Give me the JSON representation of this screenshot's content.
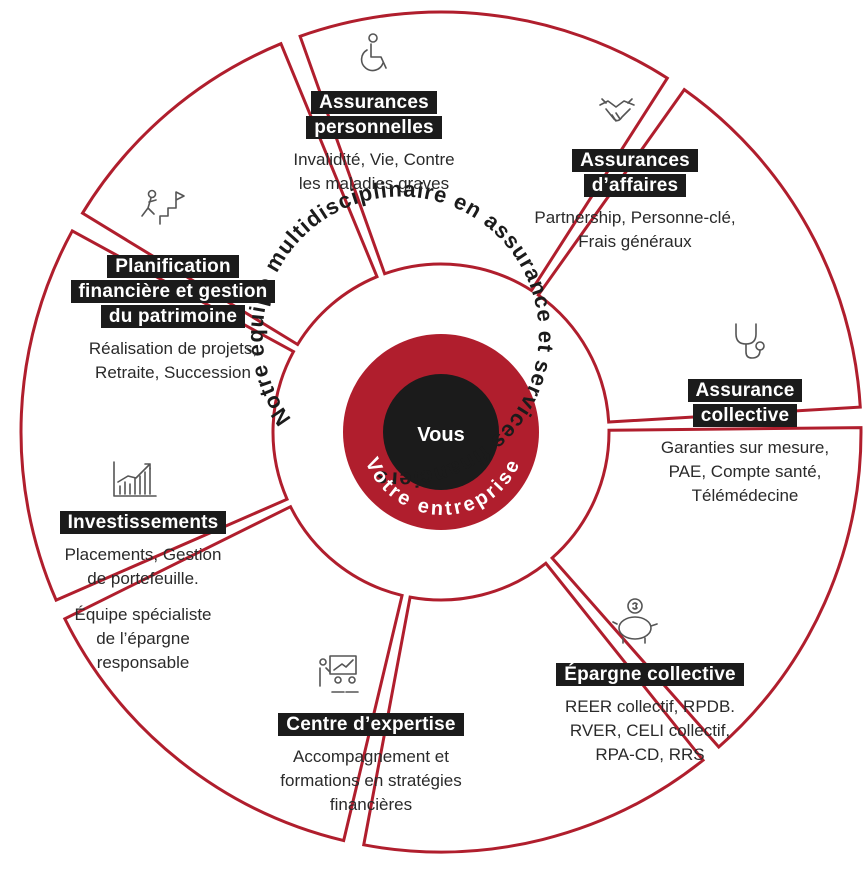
{
  "center": {
    "title": "Vous",
    "ring_label": "Votre entreprise",
    "outer_text": "Notre équipe multidisciplinaire en assurance et services financiers"
  },
  "segments": [
    {
      "icon": "wheelchair-icon",
      "title_lines": [
        "Assurances",
        "personnelles"
      ],
      "desc_lines": [
        "Invalidité, Vie, Contre",
        "les maladies graves"
      ]
    },
    {
      "icon": "handshake-icon",
      "title_lines": [
        "Assurances",
        "d’affaires"
      ],
      "desc_lines": [
        "Partnership, Personne-clé,",
        "Frais généraux"
      ]
    },
    {
      "icon": "stethoscope-icon",
      "title_lines": [
        "Assurance",
        "collective"
      ],
      "desc_lines": [
        "Garanties sur mesure,",
        "PAE, Compte santé,",
        "Télémédecine"
      ]
    },
    {
      "icon": "piggy-bank-icon",
      "title_lines": [
        "Épargne collective"
      ],
      "desc_lines": [
        "REER collectif, RPDB.",
        "RVER, CELI collectif,",
        "RPA-CD, RRS"
      ]
    },
    {
      "icon": "presentation-icon",
      "title_lines": [
        "Centre d’expertise"
      ],
      "desc_lines": [
        "Accompagnement et",
        "formations en stratégies",
        "financières"
      ]
    },
    {
      "icon": "growth-chart-icon",
      "title_lines": [
        "Investissements"
      ],
      "desc_lines": [
        "Placements, Gestion",
        "de portefeuille."
      ],
      "extra_lines": [
        "Équipe spécialiste",
        "de l’épargne",
        "responsable"
      ]
    },
    {
      "icon": "stairs-flag-icon",
      "title_lines": [
        "Planification",
        "financière et gestion",
        "du patrimoine"
      ],
      "desc_lines": [
        "Réalisation de projets,",
        "Retraite, Succession"
      ]
    }
  ],
  "colors": {
    "accent": "#b01e2d",
    "dark": "#1b1b1b",
    "ring": "#ffffff"
  }
}
